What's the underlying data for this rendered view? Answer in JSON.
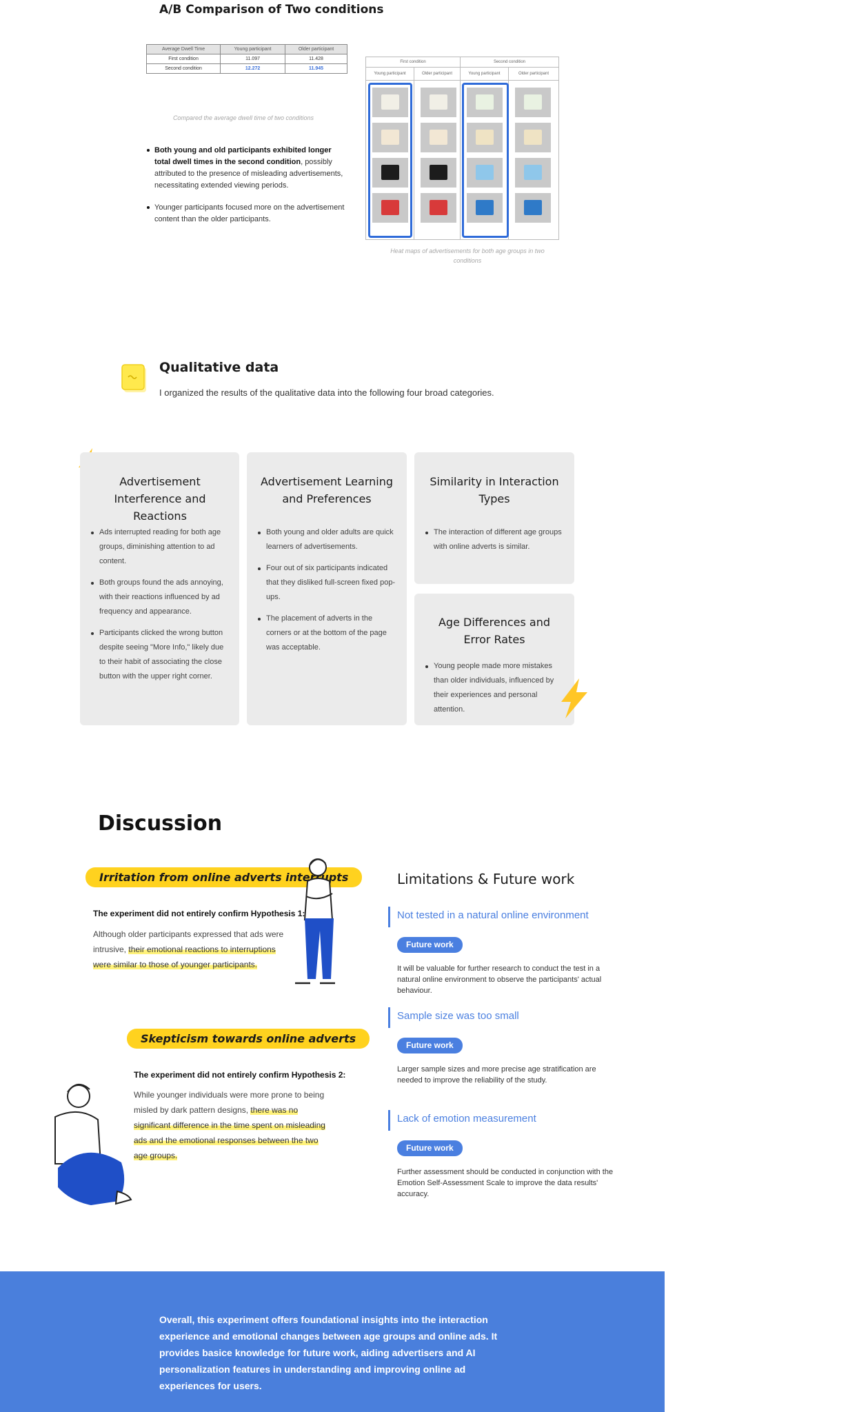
{
  "ab": {
    "title": "A/B Comparison of Two conditions",
    "table": {
      "headers": [
        "Average Dwell Time",
        "Young participant",
        "Older participant"
      ],
      "rows": [
        [
          "First condition",
          "11.097",
          "11.428"
        ],
        [
          "Second condition",
          "12.272",
          "11.945"
        ]
      ]
    },
    "table_caption": "Compared the average dwell time of two conditions",
    "bullet1_bold": "Both young and old participants exhibited longer total dwell times in the second condition",
    "bullet1_rest": ", possibly attributed to the presence of misleading advertisements, necessitating extended viewing periods.",
    "bullet2": "Younger participants focused more on the advertisement content than the older participants.",
    "heatmap": {
      "group1": "First condition",
      "group2": "Second condition",
      "col1": "Young participant",
      "col2": "Older participant",
      "col3": "Young participant",
      "col4": "Older participant"
    },
    "heatmap_caption": "Heat maps of advertisements for both age groups in two conditions"
  },
  "qualitative": {
    "icon": "sticky-note-icon",
    "title": "Qualitative data",
    "subtitle": "I organized the results of the qualitative data into the following four broad categories.",
    "cards": [
      {
        "title": "Advertisement Interference and Reactions",
        "points": [
          "Ads interrupted reading for both age groups, diminishing attention to ad content.",
          "Both groups found the ads annoying, with their reactions influenced by ad frequency and appearance.",
          "Participants clicked the wrong button despite seeing \"More Info,\" likely due to their habit of associating the close button with the upper right corner."
        ]
      },
      {
        "title": "Advertisement Learning and Preferences",
        "points": [
          "Both young and older adults are quick learners of advertisements.",
          "Four out of six participants indicated that they disliked full-screen fixed pop-ups.",
          " The placement of adverts in the corners or at the bottom of the page was acceptable."
        ]
      },
      {
        "title": "Similarity in Interaction Types",
        "points": [
          "The interaction of different age groups with online adverts is similar."
        ]
      },
      {
        "title": "Age Differences and Error Rates",
        "points": [
          "Young people made more mistakes than older individuals, influenced by their experiences and personal attention."
        ]
      }
    ]
  },
  "discussion": {
    "title": "Discussion",
    "block1": {
      "tag": "Irritation from online adverts interrupts",
      "hypothesis": "The experiment did not entirely confirm Hypothesis 1:",
      "text_plain": "Although older participants expressed that ads were intrusive, ",
      "text_highlight": "their emotional reactions to interruptions were similar to those of younger participants."
    },
    "block2": {
      "tag": "Skepticism towards online adverts",
      "hypothesis": "The experiment did not entirely confirm Hypothesis 2:",
      "text_plain": "While younger individuals were more prone to being misled by dark pattern designs, ",
      "text_highlight": "there was no significant difference in the time spent on misleading ads and the emotional responses between the two age groups."
    },
    "limitations": {
      "title": "Limitations & Future work",
      "pill_label": "Future work",
      "items": [
        {
          "title": "Not tested in a natural online environment",
          "text": "It will be valuable for further research to conduct the test in a natural online environment to observe the participants' actual behaviour."
        },
        {
          "title": "Sample size was too small",
          "text": "Larger sample sizes and more precise age stratification are needed to improve the reliability of the study."
        },
        {
          "title": "Lack of emotion measurement",
          "text": "Further assessment should be conducted in conjunction with the Emotion Self-Assessment Scale to improve the data results' accuracy."
        }
      ]
    }
  },
  "footer": {
    "text": "Overall, this experiment offers foundational insights into the interaction experience and emotional changes between age groups and online ads. It provides basice knowledge for future work, aiding advertisers and AI personalization features in understanding and improving online ad experiences for users."
  },
  "colors": {
    "accent_blue": "#4a7fdc",
    "highlight_yellow": "#ffd21f",
    "card_gray": "#ebebeb"
  }
}
